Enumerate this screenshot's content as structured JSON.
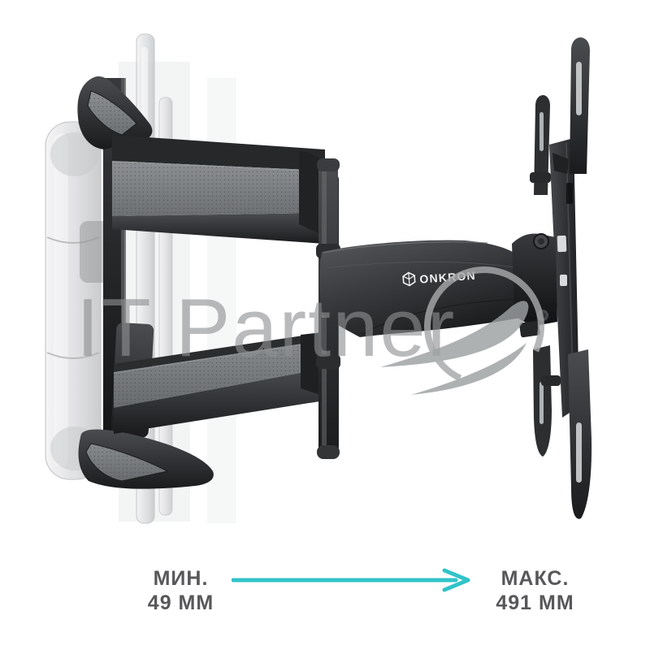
{
  "product_image": {
    "brand_label": "ONKRON",
    "watermark_text": "IT Partner"
  },
  "annotation": {
    "min_label": "МИН.",
    "min_value": "49 ММ",
    "max_label": "МАКС.",
    "max_value": "491 ММ",
    "arrow_color": "#31c3c9",
    "label_color": "#58585a"
  }
}
